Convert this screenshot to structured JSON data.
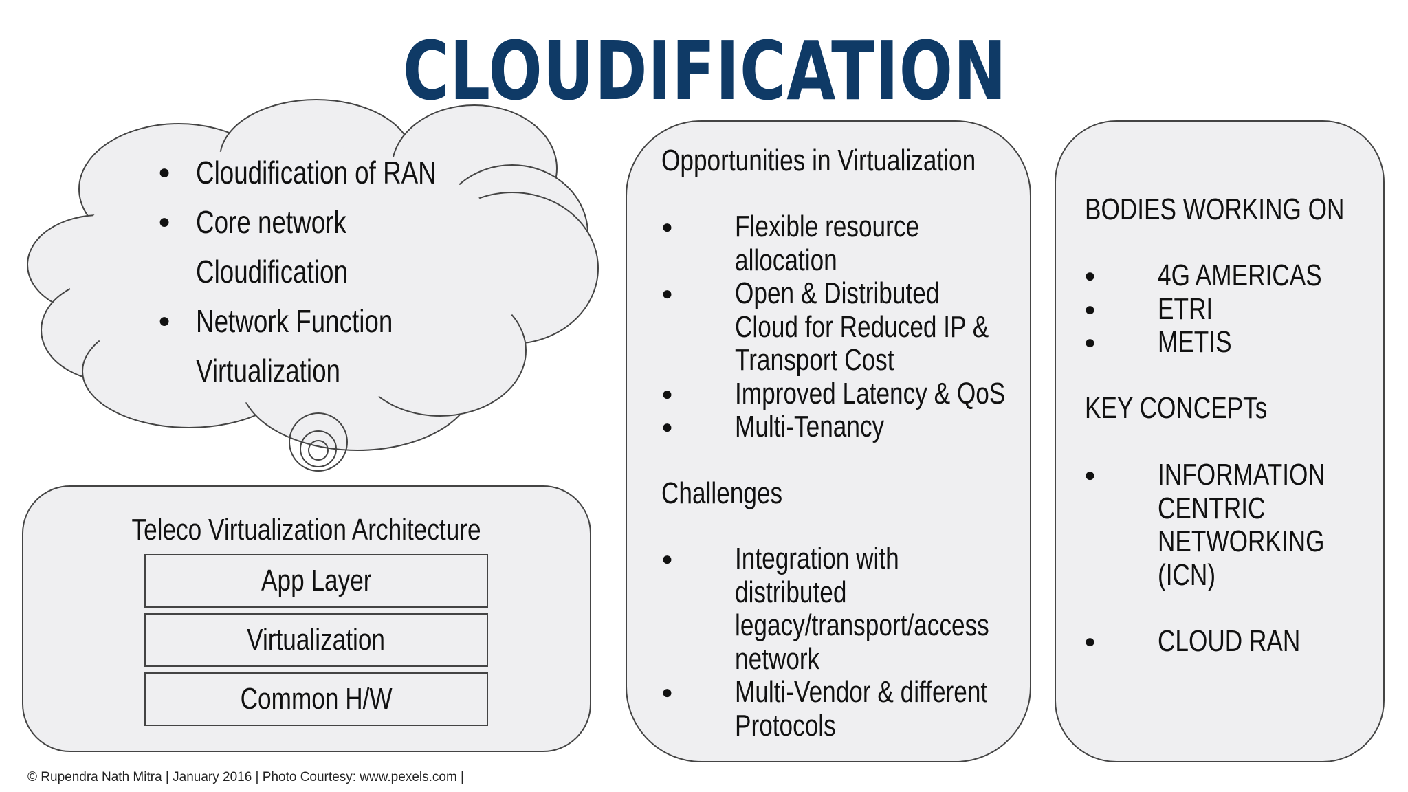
{
  "slide": {
    "title": "CLOUDIFICATION",
    "title_color": "#0f3a66",
    "panel_fill": "#efeff1",
    "outline_color": "#444444"
  },
  "cloud": {
    "items": [
      {
        "line1": "Cloudification of RAN",
        "line2": ""
      },
      {
        "line1": "Core network",
        "line2": "Cloudification"
      },
      {
        "line1": "Network Function",
        "line2": "Virtualization"
      }
    ]
  },
  "architecture": {
    "title": "Teleco Virtualization Architecture",
    "layers": [
      "App Layer",
      "Virtualization",
      "Common H/W"
    ]
  },
  "opportunities": {
    "heading": "Opportunities in Virtualization",
    "items": [
      [
        "Flexible resource",
        "allocation"
      ],
      [
        "Open & Distributed",
        "Cloud for Reduced IP &",
        "Transport Cost"
      ],
      [
        "Improved Latency & QoS"
      ],
      [
        "Multi-Tenancy"
      ]
    ],
    "challenges_heading": "Challenges",
    "challenges": [
      [
        "Integration with",
        "distributed",
        "legacy/transport/access",
        "network"
      ],
      [
        "Multi-Vendor & different",
        "Protocols"
      ]
    ]
  },
  "bodies": {
    "heading": "BODIES WORKING ON",
    "items": [
      "4G AMERICAS",
      "ETRI",
      "METIS"
    ],
    "concepts_heading": "KEY CONCEPTs",
    "concept_1": [
      "INFORMATION",
      "CENTRIC",
      "NETWORKING",
      "(ICN)"
    ],
    "concept_2": "CLOUD RAN"
  },
  "footer": {
    "text": "© Rupendra Nath Mitra | January 2016 | Photo Courtesy: www.pexels.com |"
  }
}
